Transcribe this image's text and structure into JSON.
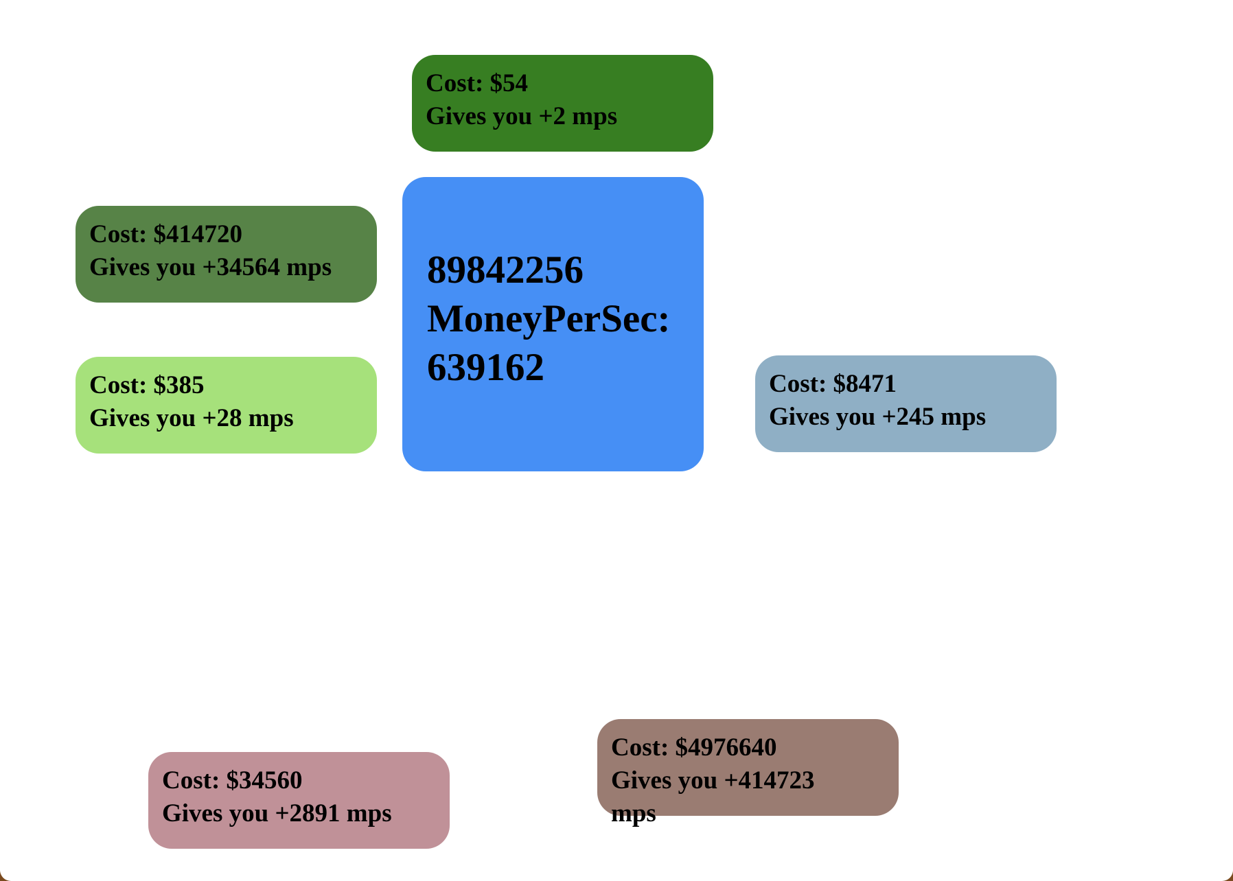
{
  "counter": {
    "money": "89842256",
    "mps_label": "MoneyPerSec:",
    "mps_value": "639162"
  },
  "upgrades": [
    {
      "cost": "Cost: $54",
      "gives": "Gives you +2 mps",
      "color": "#377e22"
    },
    {
      "cost": "Cost: $414720",
      "gives": "Gives you +34564 mps",
      "color": "#2d6419"
    },
    {
      "cost": "Cost: $385",
      "gives": "Gives you +28 mps",
      "color": "#82d250"
    },
    {
      "cost": "Cost: $8471",
      "gives": "Gives you +245 mps",
      "color": "#7aa2bc"
    },
    {
      "cost": "Cost: $34560",
      "gives": "Gives you +2891 mps",
      "color": "#c09198"
    },
    {
      "cost": "Cost: $4976640",
      "gives": "Gives you +414723 mps",
      "color": "#9a7c72"
    }
  ]
}
